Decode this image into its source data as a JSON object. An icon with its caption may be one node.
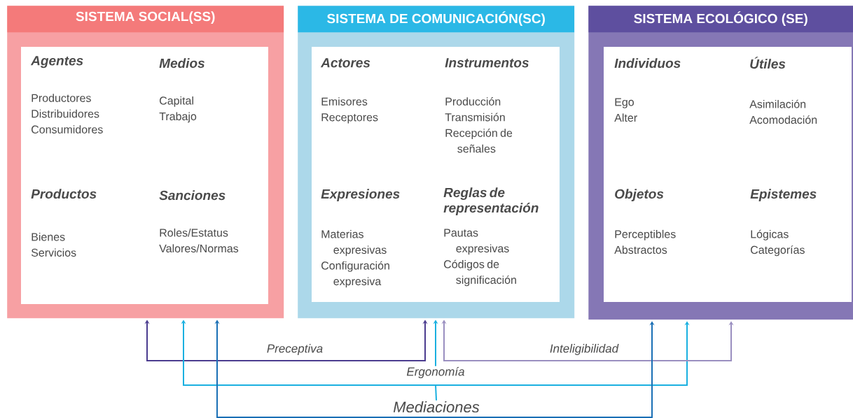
{
  "diagram": {
    "nodes": [
      {
        "text": [
          "SISTEMA SOCIAL(SS)"
        ]
      },
      {
        "text": [
          "Agentes",
          "Productores",
          "Distribuidores",
          "Consumidores"
        ],
        "in": 0
      },
      {
        "text": [
          "Medios",
          "Capital",
          "Trabajo"
        ],
        "in": 0
      },
      {
        "text": [
          "Productos",
          "Bienes",
          "Servicios"
        ],
        "in": 0
      },
      {
        "text": [
          "Sanciones",
          "Roles/Estatus",
          "Valores/Normas"
        ],
        "in": 0
      },
      {
        "text": [
          "SISTEMA DE COMUNICACIÓN(SC)"
        ]
      },
      {
        "text": [
          "Actores",
          "Emisores",
          "Receptores"
        ],
        "in": 5
      },
      {
        "text": [
          "Instrumentos",
          "Producción",
          "Transmisión",
          "Recepción de señales"
        ],
        "in": 5
      },
      {
        "text": [
          "Expresiones",
          "Materias expresivas",
          "Configuración expresiva"
        ],
        "in": 5
      },
      {
        "text": [
          "Reglas de representación",
          "Pautas expresivas",
          "Códigos de significación"
        ],
        "in": 5
      },
      {
        "text": [
          "SISTEMA ECOLÓGICO (SE)"
        ]
      },
      {
        "text": [
          "Individuos",
          "Ego",
          "Alter"
        ],
        "in": 10
      },
      {
        "text": [
          "Útiles",
          "Asimilación",
          "Acomodación"
        ],
        "in": 10
      },
      {
        "text": [
          "Objetos",
          "Perceptibles",
          "Abstractos"
        ],
        "in": 10
      },
      {
        "text": [
          "Epistemes",
          "Lógicas",
          "Categorías"
        ],
        "in": 10
      },
      {
        "text": [
          "Preceptiva"
        ]
      },
      {
        "text": [
          "Ergonomía"
        ]
      },
      {
        "text": [
          "Inteligibilidad"
        ]
      },
      {
        "text": [
          "Mediaciones"
        ]
      }
    ],
    "edges": [
      {
        "from": 15,
        "to": 0,
        "arrow": "to",
        "color": "#4b3c8f"
      },
      {
        "from": 15,
        "to": 5,
        "arrow": "to",
        "color": "#4b3c8f"
      },
      {
        "from": 16,
        "to": 0,
        "arrow": "to",
        "color": "#1ab0e0"
      },
      {
        "from": 16,
        "to": 5,
        "arrow": "to",
        "color": "#1ab0e0"
      },
      {
        "from": 16,
        "to": 10,
        "arrow": "to",
        "color": "#1ab0e0"
      },
      {
        "from": 16,
        "to": 18,
        "arrow": "none",
        "color": "#1ab0e0"
      },
      {
        "from": 17,
        "to": 5,
        "arrow": "to",
        "color": "#9a8fc0"
      },
      {
        "from": 17,
        "to": 10,
        "arrow": "to",
        "color": "#9a8fc0"
      },
      {
        "from": 18,
        "to": 0,
        "arrow": "to",
        "color": "#1a6fb5"
      },
      {
        "from": 18,
        "to": 10,
        "arrow": "to",
        "color": "#1a6fb5"
      }
    ]
  }
}
